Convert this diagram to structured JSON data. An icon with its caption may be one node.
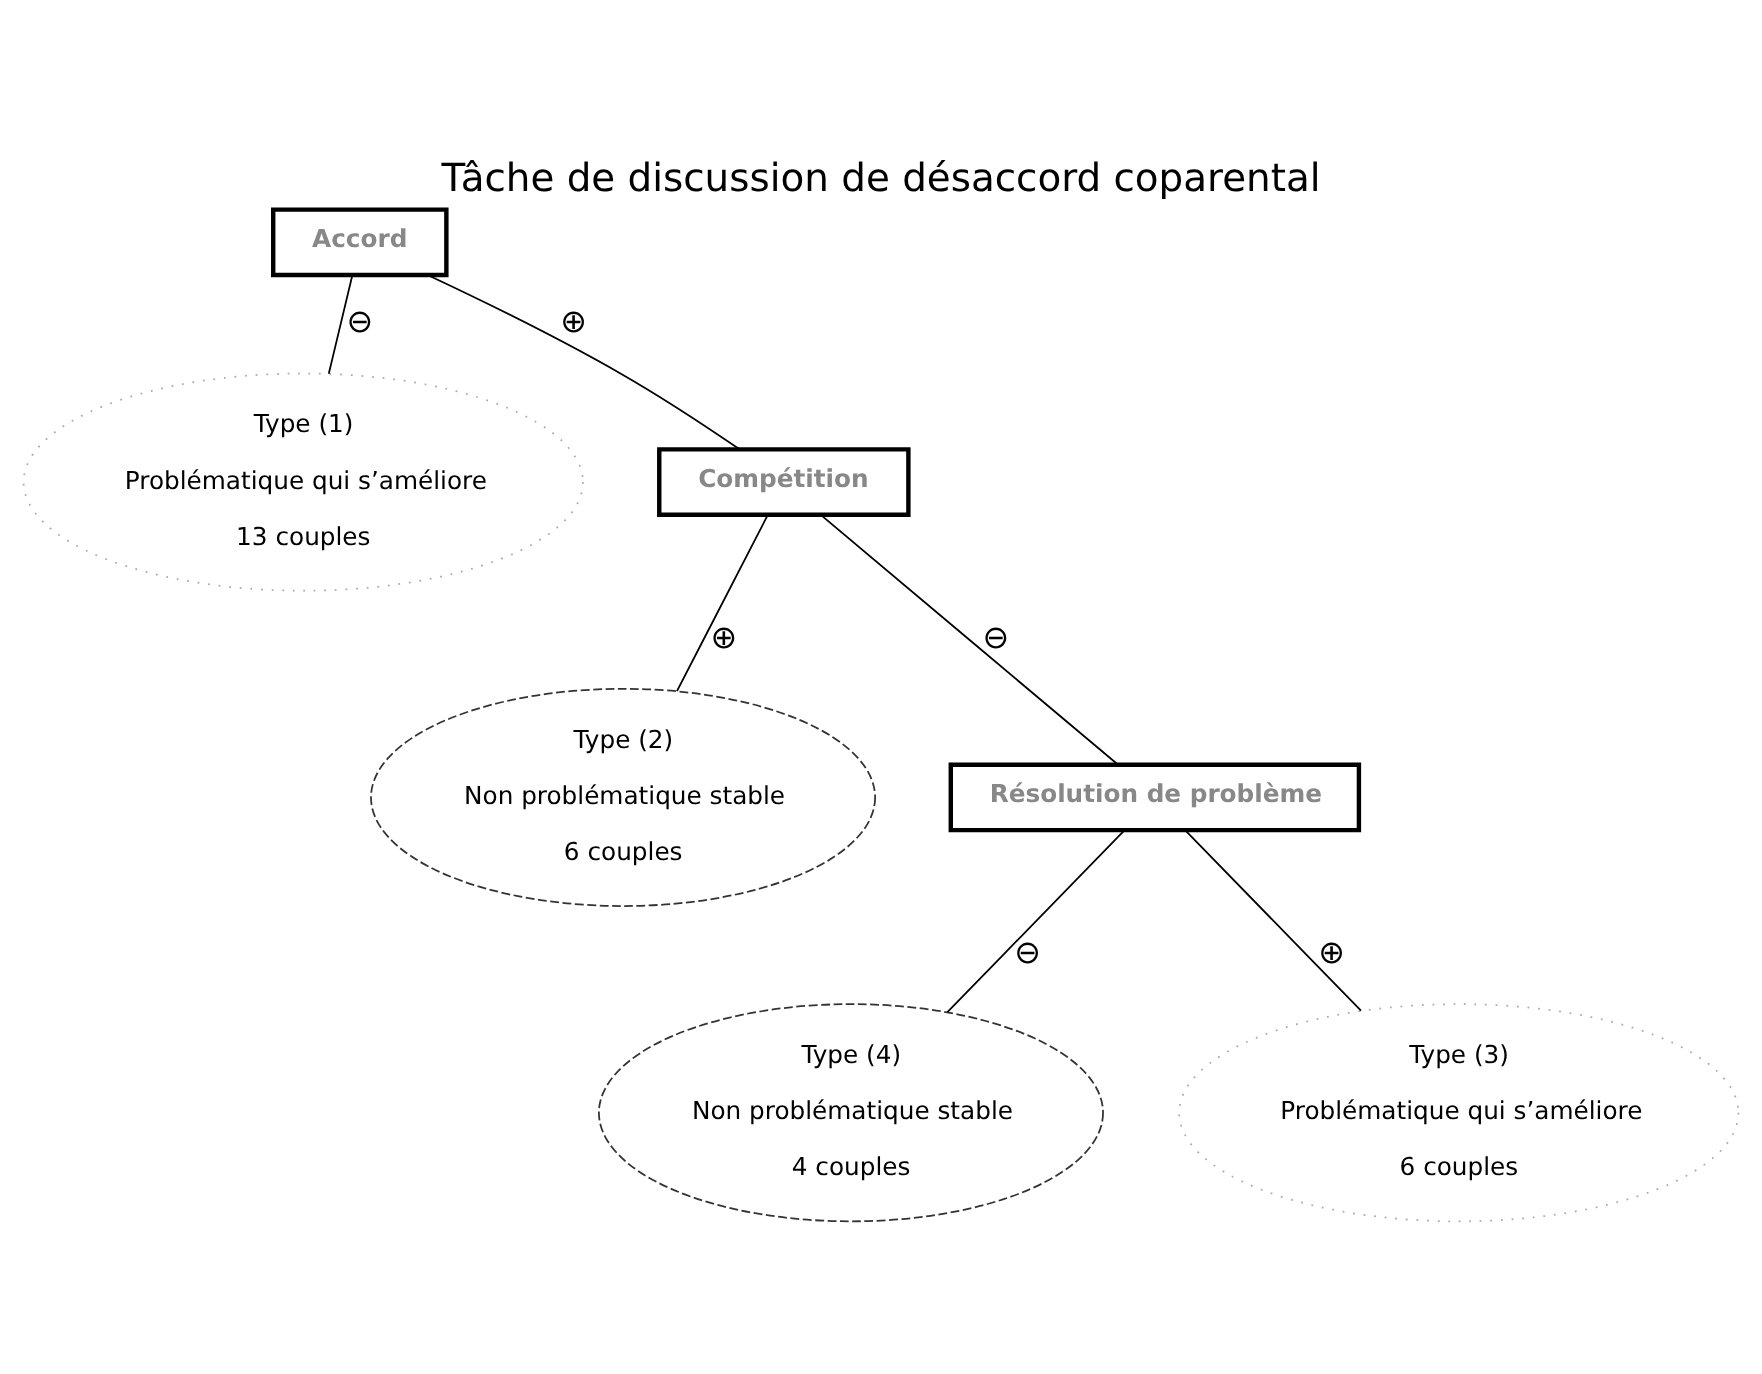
{
  "diagram": {
    "title": "Tâche de discussion de désaccord coparental",
    "nodes": [
      {
        "text": [
          "Accord"
        ]
      },
      {
        "text": [
          "Type (1)",
          "Problématique qui s’améliore",
          "13 couples"
        ]
      },
      {
        "text": [
          "Compétition"
        ]
      },
      {
        "text": [
          "Type (2)",
          "Non problématique stable",
          "6 couples"
        ]
      },
      {
        "text": [
          "Résolution de problème"
        ]
      },
      {
        "text": [
          "Type (4)",
          "Non problématique stable",
          "4 couples"
        ]
      },
      {
        "text": [
          "Type (3)",
          "Problématique qui s’améliore",
          "6 couples"
        ]
      }
    ],
    "edges": [
      {
        "from": 0,
        "to": 1,
        "arrow": "none",
        "label": "⊖"
      },
      {
        "from": 0,
        "to": 2,
        "arrow": "none",
        "label": "⊕"
      },
      {
        "from": 2,
        "to": 4,
        "arrow": "none",
        "label": "⊖"
      },
      {
        "from": 2,
        "to": 3,
        "arrow": "none",
        "label": "⊕"
      },
      {
        "from": 4,
        "to": 5,
        "arrow": "none",
        "label": "⊖"
      },
      {
        "from": 4,
        "to": 6,
        "arrow": "none",
        "label": "⊕"
      }
    ]
  }
}
